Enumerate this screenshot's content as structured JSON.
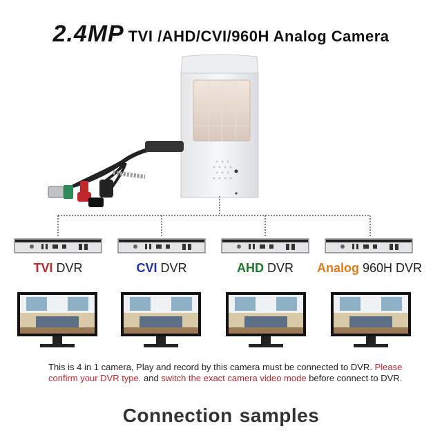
{
  "title": {
    "main": "2.4MP",
    "rest": "TVI /AHD/CVI/960H Analog Camera"
  },
  "dvrs": [
    {
      "type": "TVI",
      "suffix": " DVR",
      "color": "#c0272d"
    },
    {
      "type": "CVI",
      "suffix": " DVR",
      "color": "#1f2fb5"
    },
    {
      "type": "AHD",
      "suffix": " DVR",
      "color": "#1d7a2b"
    },
    {
      "type": "Analog",
      "suffix": " 960H DVR",
      "color": "#e07b1a"
    }
  ],
  "note": {
    "part1": "This is 4 in 1 camera, Play and record by this camera must be connected to DVR. ",
    "part2": "Please confirm your DVR type.",
    "part3": " and ",
    "part4": "switch the exact  camera video mode",
    "part5": " before connect to DVR."
  },
  "footer": {
    "word1": "Connection",
    "word2": "samples"
  }
}
